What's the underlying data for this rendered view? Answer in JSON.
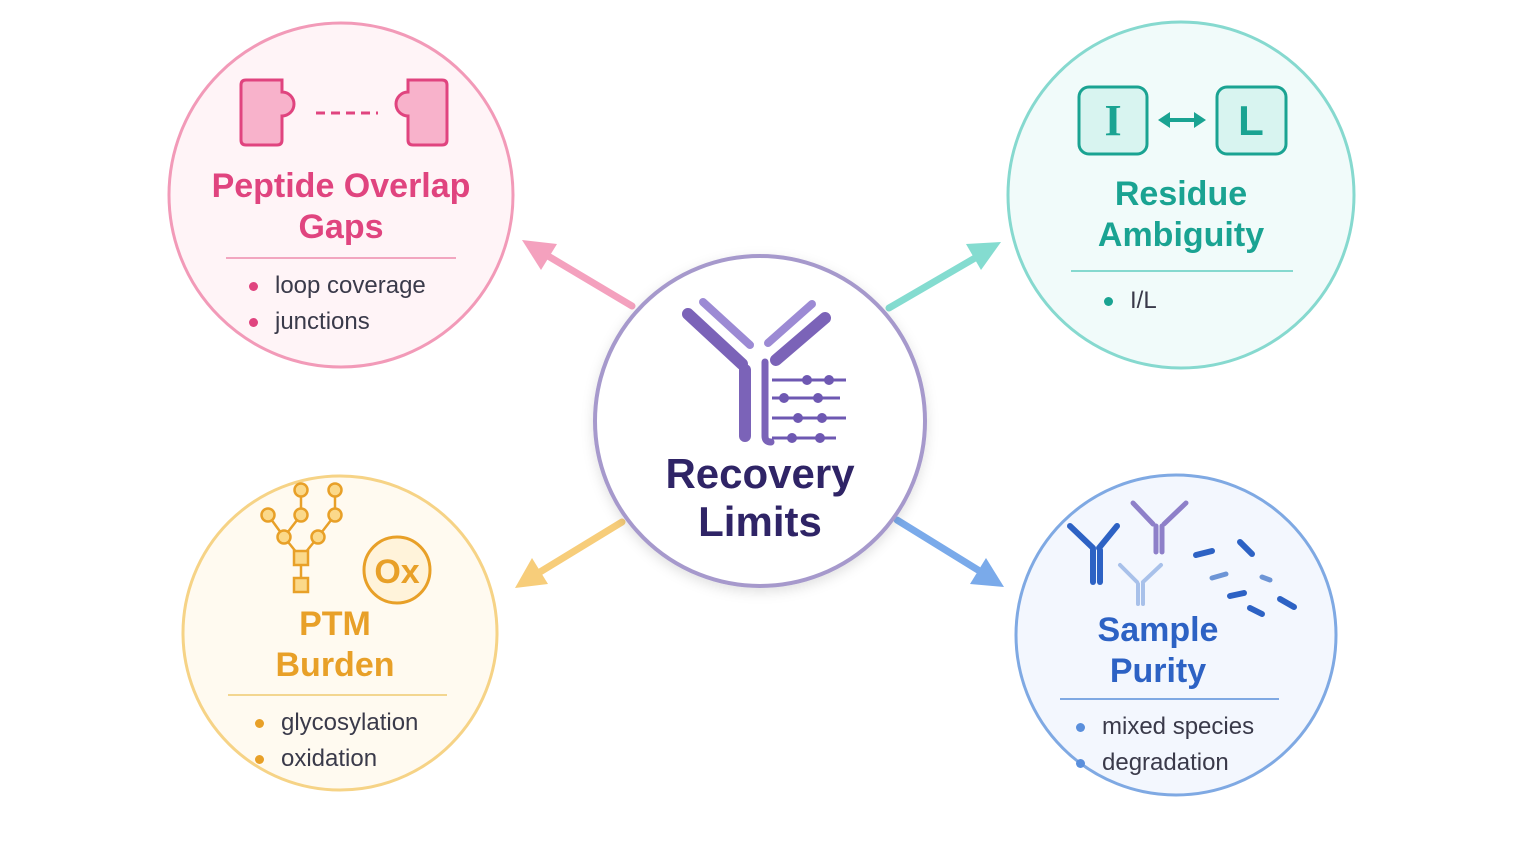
{
  "colors": {
    "pink": "#e0447f",
    "teal": "#1aa392",
    "amber": "#e8a028",
    "blue": "#2d62c4",
    "purple": "#7b63b8",
    "center_text": "#2f2466"
  },
  "center": {
    "title_line1": "Recovery",
    "title_line2": "Limits",
    "icon": "antibody-sequence-icon"
  },
  "nodes": {
    "peptide": {
      "title_line1": "Peptide Overlap",
      "title_line2": "Gaps",
      "icon": "puzzle-pieces-icon",
      "bullets": [
        "loop coverage",
        "junctions"
      ]
    },
    "residue": {
      "title_line1": "Residue",
      "title_line2": "Ambiguity",
      "icon_left": "I",
      "icon_right": "L",
      "bullets": [
        "I/L"
      ]
    },
    "ptm": {
      "title_line1": "PTM",
      "title_line2": "Burden",
      "icon_badge": "Ox",
      "icon": "glycan-tree-icon",
      "bullets": [
        "glycosylation",
        "oxidation"
      ]
    },
    "purity": {
      "title_line1": "Sample",
      "title_line2": "Purity",
      "icon": "mixed-antibodies-fragments-icon",
      "bullets": [
        "mixed species",
        "degradation"
      ]
    }
  }
}
